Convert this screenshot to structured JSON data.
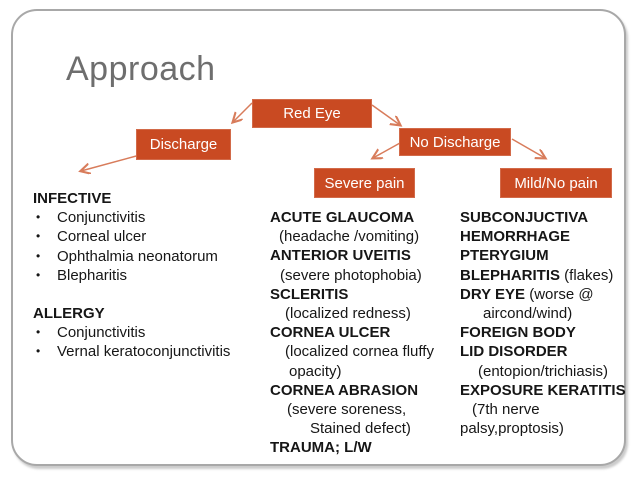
{
  "slide": {
    "title": "Approach",
    "colors": {
      "box": "#c94a22",
      "arrow": "#d87c5b",
      "title": "#6e6e6e",
      "frame_border": "#a8a8a8"
    }
  },
  "flowchart": {
    "red_eye": "Red Eye",
    "discharge": "Discharge",
    "no_discharge": "No Discharge",
    "severe_pain": "Severe pain",
    "mild_no_pain": "Mild/No pain"
  },
  "columns": {
    "discharge_list": {
      "bullet_glyph": "•",
      "sections": [
        {
          "header": "INFECTIVE",
          "items": [
            "Conjunctivitis",
            "Corneal ulcer",
            "Ophthalmia neonatorum",
            "Blepharitis"
          ]
        },
        {
          "header": "ALLERGY",
          "items": [
            "Conjunctivitis",
            "Vernal keratoconjunctivitis"
          ]
        }
      ]
    },
    "severe_pain_list": {
      "lines": [
        {
          "bold": "ACUTE GLAUCOMA"
        },
        {
          "text": "(headache /vomiting)",
          "indent": 9
        },
        {
          "bold": "ANTERIOR UVEITIS"
        },
        {
          "text": "(severe photophobia)",
          "indent": 10
        },
        {
          "bold": "SCLERITIS"
        },
        {
          "text": "(localized redness)",
          "indent": 15
        },
        {
          "bold": "CORNEA ULCER"
        },
        {
          "text": "(localized cornea fluffy",
          "indent": 15
        },
        {
          "text": "opacity)",
          "indent": 19
        },
        {
          "bold": "CORNEA ABRASION"
        },
        {
          "text": "(severe soreness,",
          "indent": 17
        },
        {
          "text": "Stained defect)",
          "indent": 40
        },
        {
          "bold": "TRAUMA; L/W"
        }
      ]
    },
    "mild_no_pain_list": {
      "lines": [
        {
          "bold": "SUBCONJUCTIVA"
        },
        {
          "bold": "HEMORRHAGE"
        },
        {
          "bold": "PTERYGIUM"
        },
        {
          "bold": "BLEPHARITIS",
          "text": " (flakes)"
        },
        {
          "bold": "DRY EYE",
          "text": " (worse @"
        },
        {
          "text": "aircond/wind)",
          "indent": 23
        },
        {
          "bold": "FOREIGN BODY"
        },
        {
          "bold": "LID DISORDER"
        },
        {
          "text": "(entopion/trichiasis)",
          "indent": 18
        },
        {
          "bold": "EXPOSURE KERATITIS"
        },
        {
          "text": "(7th nerve",
          "indent": 12
        },
        {
          "text": "palsy,proptosis)",
          "indent": 0
        }
      ]
    }
  }
}
